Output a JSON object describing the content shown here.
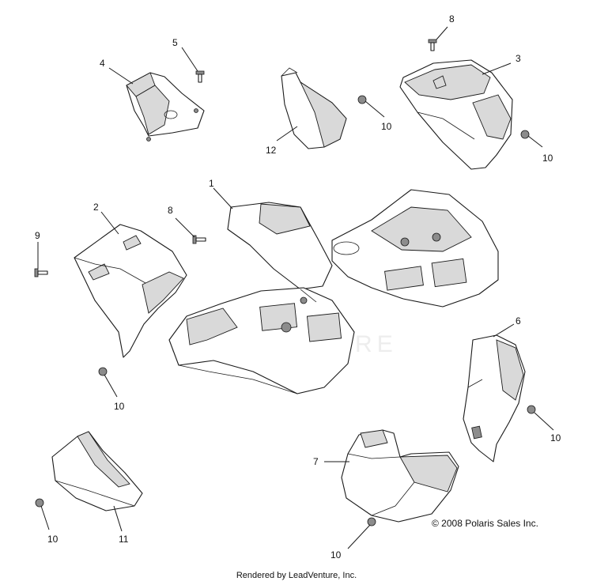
{
  "watermark": "LEADVENTURE",
  "copyright": "© 2008 Polaris Sales Inc.",
  "footer": "Rendered by LeadVenture, Inc.",
  "callouts": [
    {
      "id": "c1",
      "label": "1"
    },
    {
      "id": "c2",
      "label": "2"
    },
    {
      "id": "c3",
      "label": "3"
    },
    {
      "id": "c4",
      "label": "4"
    },
    {
      "id": "c5",
      "label": "5"
    },
    {
      "id": "c6",
      "label": "6"
    },
    {
      "id": "c7",
      "label": "7"
    },
    {
      "id": "c8a",
      "label": "8"
    },
    {
      "id": "c8b",
      "label": "8"
    },
    {
      "id": "c9",
      "label": "9"
    },
    {
      "id": "c10a",
      "label": "10"
    },
    {
      "id": "c10b",
      "label": "10"
    },
    {
      "id": "c10c",
      "label": "10"
    },
    {
      "id": "c10d",
      "label": "10"
    },
    {
      "id": "c10e",
      "label": "10"
    },
    {
      "id": "c10f",
      "label": "10"
    },
    {
      "id": "c11",
      "label": "11"
    },
    {
      "id": "c12",
      "label": "12"
    }
  ]
}
